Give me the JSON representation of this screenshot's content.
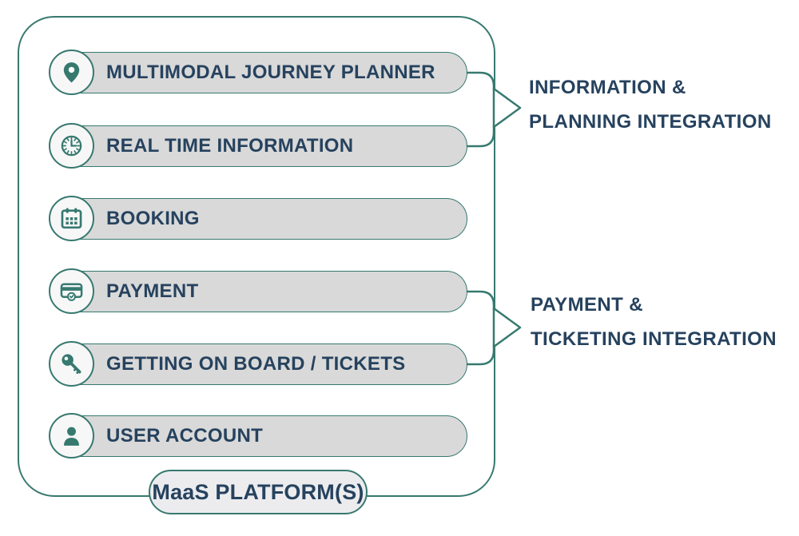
{
  "platform": {
    "label": "MaaS PLATFORM(S)"
  },
  "features": [
    {
      "icon": "location-pin-icon",
      "label": "MULTIMODAL JOURNEY PLANNER"
    },
    {
      "icon": "clock-icon",
      "label": "REAL TIME INFORMATION"
    },
    {
      "icon": "calendar-icon",
      "label": "BOOKING"
    },
    {
      "icon": "credit-card-icon",
      "label": "PAYMENT"
    },
    {
      "icon": "key-icon",
      "label": "GETTING ON BOARD / TICKETS"
    },
    {
      "icon": "user-icon",
      "label": "USER ACCOUNT"
    }
  ],
  "integrations": [
    {
      "line1": "INFORMATION &",
      "line2": "PLANNING INTEGRATION",
      "connects": [
        "MULTIMODAL JOURNEY PLANNER",
        "REAL TIME INFORMATION"
      ]
    },
    {
      "line1": "PAYMENT &",
      "line2": "TICKETING INTEGRATION",
      "connects": [
        "PAYMENT",
        "GETTING ON BOARD / TICKETS"
      ]
    }
  ],
  "colors": {
    "teal": "#37796F",
    "navy": "#26425E",
    "pill_fill": "#D9D9D9",
    "icon_circle_fill": "#F7F7F8",
    "maas_pill_fill": "#ECECEE",
    "background": "#FFFFFF"
  }
}
